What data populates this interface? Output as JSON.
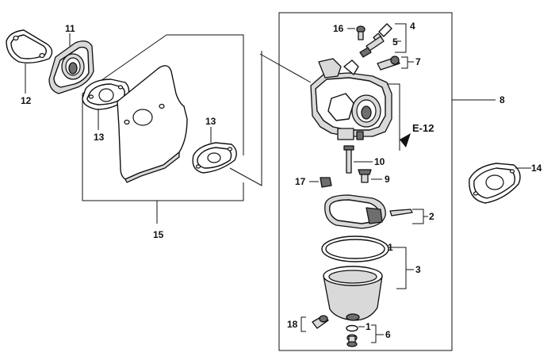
{
  "callouts": {
    "c1a": "1",
    "c1b": "1",
    "c2": "2",
    "c3": "3",
    "c4": "4",
    "c5": "5",
    "c6": "6",
    "c7": "7",
    "c8": "8",
    "c9": "9",
    "c10": "10",
    "c11": "11",
    "c12": "12",
    "c13a": "13",
    "c13b": "13",
    "c14": "14",
    "c15": "15",
    "c16": "16",
    "c17": "17",
    "c18": "18"
  },
  "reference": "E-12"
}
